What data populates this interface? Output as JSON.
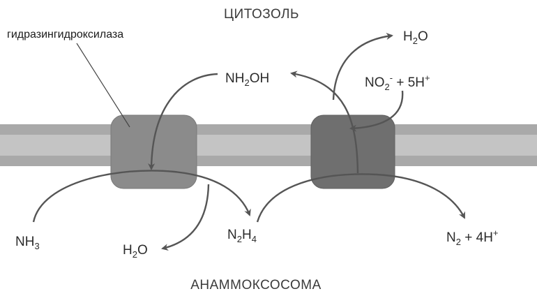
{
  "compartments": {
    "top": "ЦИТОЗОЛЬ",
    "bottom": "АНАММОКСОСОМА"
  },
  "enzyme_label": "гидразингидроксилаза",
  "species": {
    "nh2oh": {
      "main": "NH",
      "sub": "2",
      "tail": "OH"
    },
    "h2o_top": {
      "main": "H",
      "sub": "2",
      "tail": "O"
    },
    "no2": {
      "main": "NO",
      "sub": "2",
      "sup": "-",
      "tail": " + 5H",
      "sup2": "+"
    },
    "nh3": {
      "main": "NH",
      "sub": "3"
    },
    "h2o_bottom": {
      "main": "H",
      "sub": "2",
      "tail": "O"
    },
    "n2h4": {
      "a": "N",
      "sub1": "2",
      "b": "H",
      "sub2": "4"
    },
    "n2_4h": {
      "a": "N",
      "sub1": "2",
      "b": " +  4H",
      "sup": "+"
    }
  },
  "colors": {
    "membrane_outer": "#a9a9a9",
    "membrane_inner": "#c4c4c4",
    "enzyme_left": "#8b8b8b",
    "enzyme_right": "#6f6f6f",
    "arrow": "#555555"
  }
}
